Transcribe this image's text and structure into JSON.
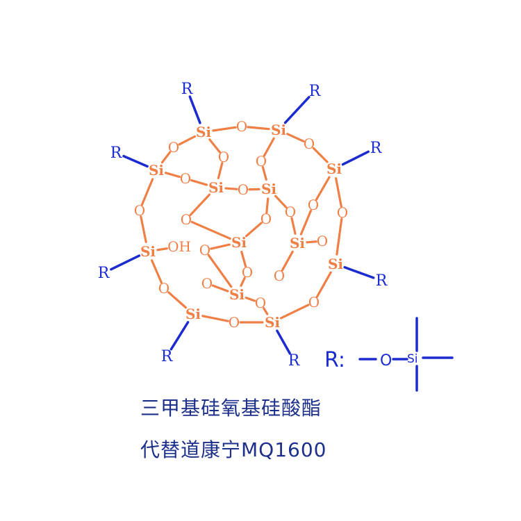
{
  "colors": {
    "framework": "#f07f45",
    "substituent": "#1b2bd0",
    "caption": "#1c2f8a"
  },
  "labels": {
    "silicon": "Si",
    "oxygen": "O",
    "hydroxyl": "OH",
    "r_group": "R"
  },
  "legend": {
    "key": "R:",
    "oxygen": "O",
    "silicon": "Si"
  },
  "caption": {
    "line1": "三甲基硅氧基硅酸酯",
    "line2": "代替道康宁MQ1600"
  }
}
